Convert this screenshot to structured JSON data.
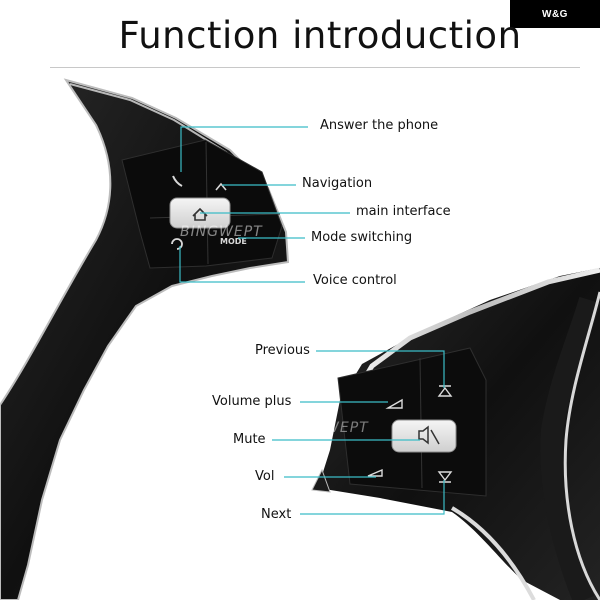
{
  "logo": {
    "text": "W&G"
  },
  "title": "Function introduction",
  "watermark": "BINGWEPT",
  "upper_wheel": {
    "labels": {
      "answer_phone": "Answer the phone",
      "navigation": "Navigation",
      "main_interface": "main interface",
      "mode_switching": "Mode switching",
      "voice_control": "Voice control"
    },
    "mode_button_text": "MODE"
  },
  "lower_wheel": {
    "labels": {
      "previous": "Previous",
      "volume_plus": "Volume plus",
      "mute": "Mute",
      "vol": "Vol",
      "next": "Next"
    }
  },
  "colors": {
    "leader_line": "#3bbcc6",
    "title_text": "#111111",
    "wheel_dark": "#141414",
    "chrome": "#d4d4d4"
  },
  "icons": [
    "phone-icon",
    "navigation-up-icon",
    "home-icon",
    "voice-icon",
    "previous-icon",
    "volume-up-icon",
    "mute-icon",
    "volume-down-icon",
    "next-icon"
  ]
}
